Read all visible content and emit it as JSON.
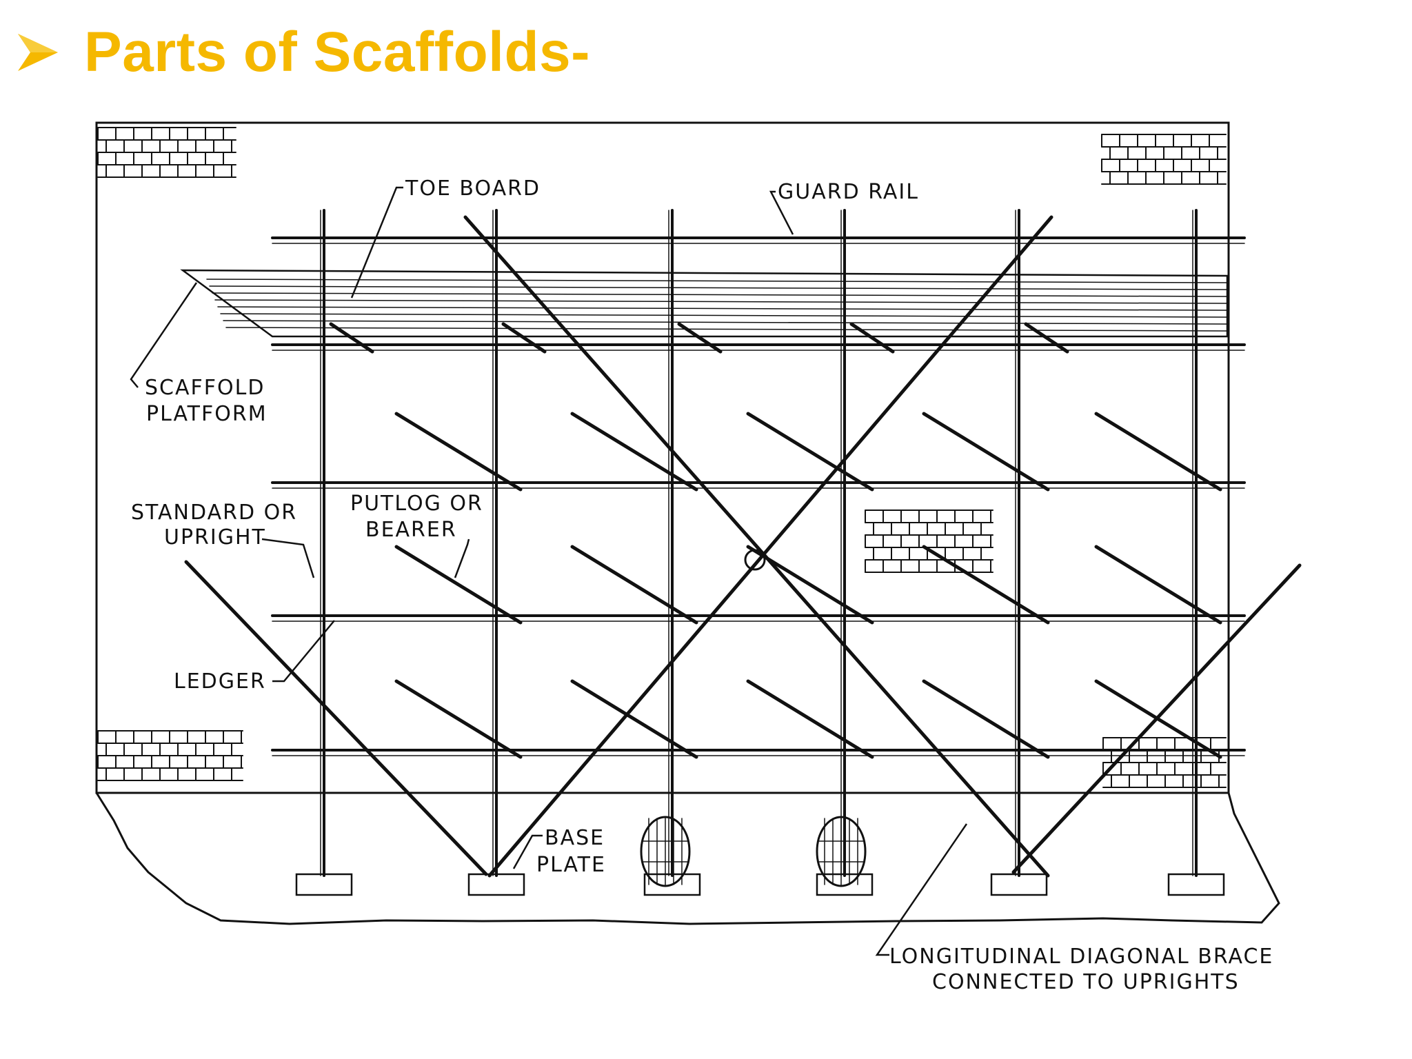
{
  "slide": {
    "title": "Parts of Scaffolds-",
    "bullet_icon": "arrow-bullet-icon",
    "accent_color": "#f5b800"
  },
  "diagram": {
    "labels": {
      "toe_board": "TOE BOARD",
      "guard_rail": "GUARD RAIL",
      "scaffold_platform_1": "SCAFFOLD",
      "scaffold_platform_2": "PLATFORM",
      "standard_1": "STANDARD OR",
      "standard_2": "UPRIGHT",
      "putlog_1": "PUTLOG OR",
      "putlog_2": "BEARER",
      "ledger": "LEDGER",
      "base_plate_1": "BASE",
      "base_plate_2": "PLATE",
      "brace_1": "LONGITUDINAL DIAGONAL BRACE",
      "brace_2": "CONNECTED TO UPRIGHTS"
    }
  }
}
